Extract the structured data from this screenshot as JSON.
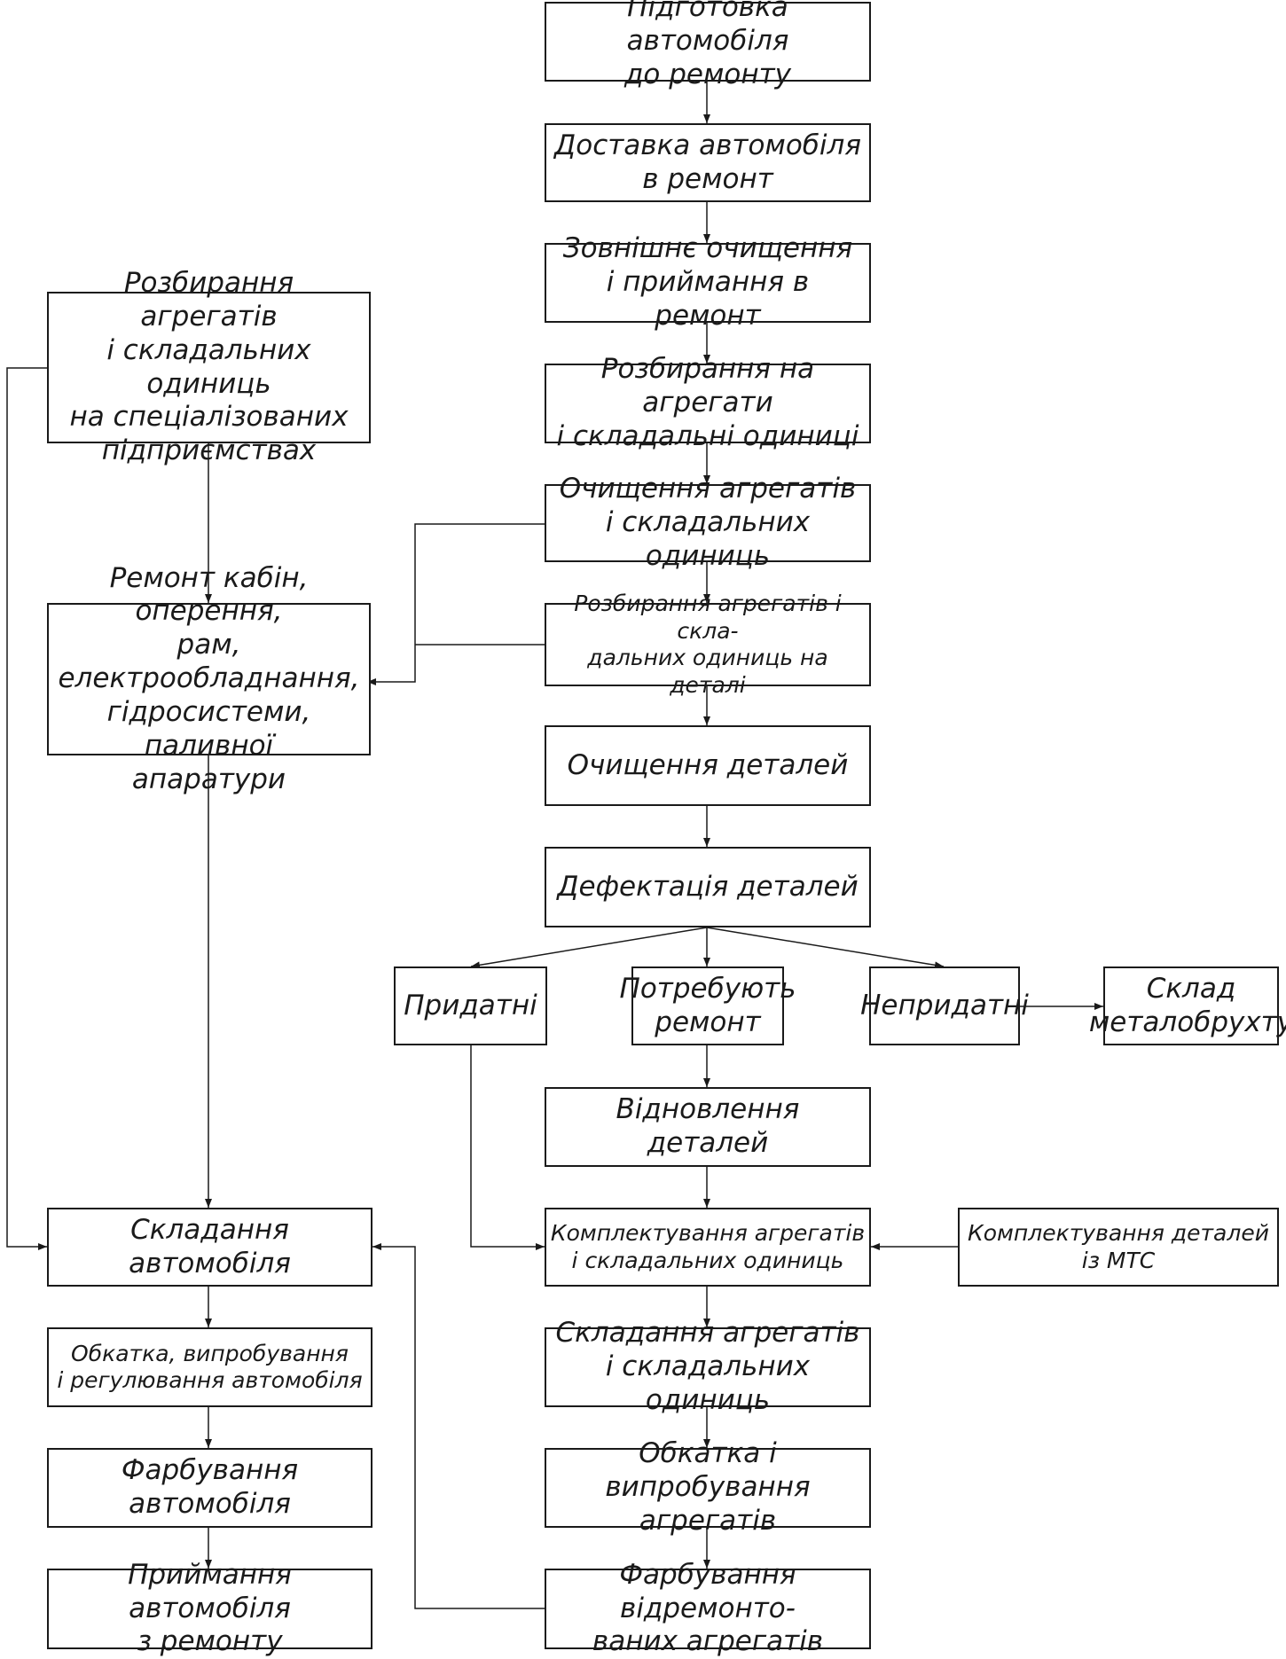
{
  "colors": {
    "line": "#1a1a1a",
    "background": "#ffffff"
  },
  "boxes": {
    "prep": "Підготовка автомобіля\nдо ремонту",
    "delivery": "Доставка автомобіля\nв ремонт",
    "ext_clean": "Зовнішнє очищення\nі приймання в ремонт",
    "disasm_units": "Розбирання на агрегати\nі складальні одиниці",
    "clean_units": "Очищення агрегатів\nі складальних одиниць",
    "disasm_parts": "Розбирання агрегатів і скла-\nдальних одиниць на деталі",
    "clean_parts": "Очищення деталей",
    "defect": "Дефектація деталей",
    "suitable": "Придатні",
    "need_repair": "Потребують\nремонт",
    "unsuitable": "Непридатні",
    "scrap": "Склад\nметалобрухту",
    "restore": "Відновлення\nдеталей",
    "complete_units": "Комплектування агрегатів\nі складальних одиниць",
    "complete_mts": "Комплектування деталей\nіз МТС",
    "assemble_units": "Складання агрегатів\nі складальних одиниць",
    "test_units": "Обкатка і випробування\nагрегатів",
    "paint_units": "Фарбування відремонто-\nваних агрегатів",
    "special_disasm": "Розбирання агрегатів\nі складальних одиниць\nна спеціалізованих\nпідприємствах",
    "cab_repair": "Ремонт кабін, оперення,\nрам, електрообладнання,\nгідросистеми, паливної\nапаратури",
    "assemble_car": "Складання автомобіля",
    "run_in": "Обкатка, випробування\nі регулювання автомобіля",
    "paint_car": "Фарбування автомобіля",
    "accept_car": "Приймання автомобіля\nз ремонту"
  }
}
